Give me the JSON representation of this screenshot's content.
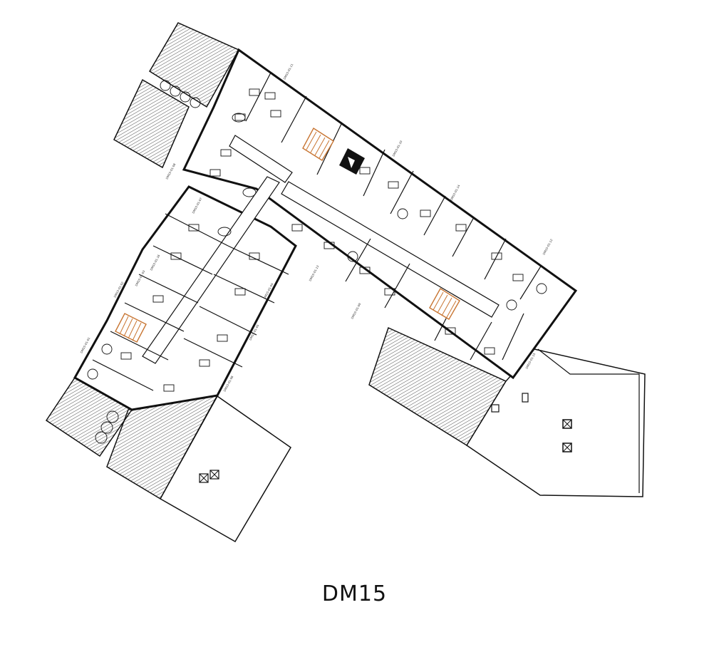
{
  "caption": "DM15",
  "room_labels": [
    "DM15-01-11",
    "DM15-01-10",
    "DM15-01-14",
    "DM15-01-12",
    "DM15-01-13",
    "DM15-01-15",
    "DM15-01-09",
    "DM15-01-04",
    "DM15-01-05",
    "DM15-01-06",
    "DM15-01-08",
    "DM15-01-07",
    "DM15-01-16",
    "DM15-01-03",
    "DM15-01-02",
    "DM15-01-01"
  ]
}
